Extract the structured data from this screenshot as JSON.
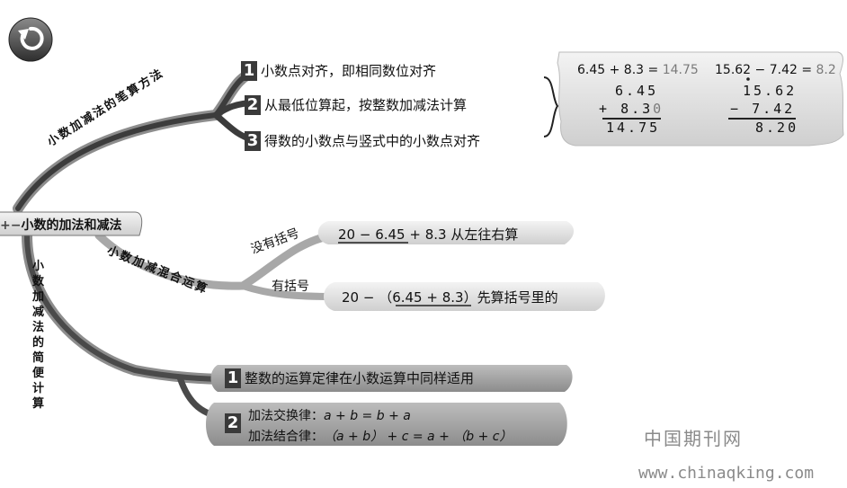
{
  "root": {
    "icon": "+−",
    "label": "小数的加法和减法"
  },
  "branch_written": {
    "label": "小数加减法的笔算方法",
    "items": [
      {
        "num": "1",
        "text": "小数点对齐，即相同数位对齐"
      },
      {
        "num": "2",
        "text": "从最低位算起，按整数加减法计算"
      },
      {
        "num": "3",
        "text": "得数的小数点与竖式中的小数点对齐"
      }
    ]
  },
  "example": {
    "eq1": {
      "expr": "6.45 + 8.3 =",
      "result": "14.75",
      "row1": "6.45",
      "op": "+",
      "row2": "8.3",
      "row2_pad": "0",
      "sum": "14.75"
    },
    "eq2": {
      "expr": "15.62 − 7.42 =",
      "result": "8.2",
      "row1": "15.62",
      "op": "−",
      "row2": "7.42",
      "sum": "8.20"
    }
  },
  "branch_mixed": {
    "label": "小数加减混合运算",
    "case_no_paren": {
      "label": "没有括号",
      "expr": "20 − 6.45 + 8.3",
      "note": "从左往右算"
    },
    "case_paren": {
      "label": "有括号",
      "expr_pre": "20 − （",
      "expr_in": "6.45 + 8.3",
      "expr_post": "）",
      "note": "先算括号里的"
    }
  },
  "branch_simple": {
    "label": "小数加减法的简便计算",
    "item1": {
      "num": "1",
      "text": "整数的运算定律在小数运算中同样适用"
    },
    "item2": {
      "num": "2",
      "law1_label": "加法交换律：",
      "law1": "a + b = b + a",
      "law2_label": "加法结合律：",
      "law2": "（a + b） + c = a + （b + c）"
    }
  },
  "watermark": {
    "cn": "中国期刊网",
    "url": "www.chinaqking.com"
  },
  "colors": {
    "ribbon": "#3c3c3c",
    "bubble": "#cfcfcf",
    "bubble_dark": "#9a9a9a",
    "accent_text": "#7a7a7a"
  },
  "icons": {
    "back": "rotate-left-icon"
  }
}
